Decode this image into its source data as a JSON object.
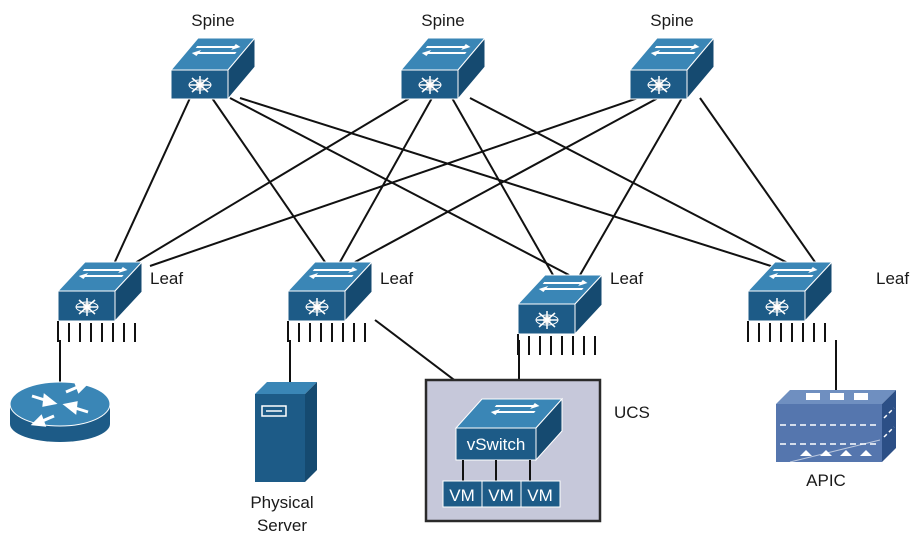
{
  "diagram": {
    "spine_label": "Spine",
    "leaf_label": "Leaf",
    "ucs_label": "UCS",
    "vswitch_label": "vSwitch",
    "vm_label": "VM",
    "server_label_line1": "Physical",
    "server_label_line2": "Server",
    "apic_label": "APIC"
  },
  "colors": {
    "device_top": "#3a86b6",
    "device_front": "#1d5b87",
    "device_side": "#154a70",
    "link": "#111111",
    "ucs_fill": "#c6c8da"
  }
}
